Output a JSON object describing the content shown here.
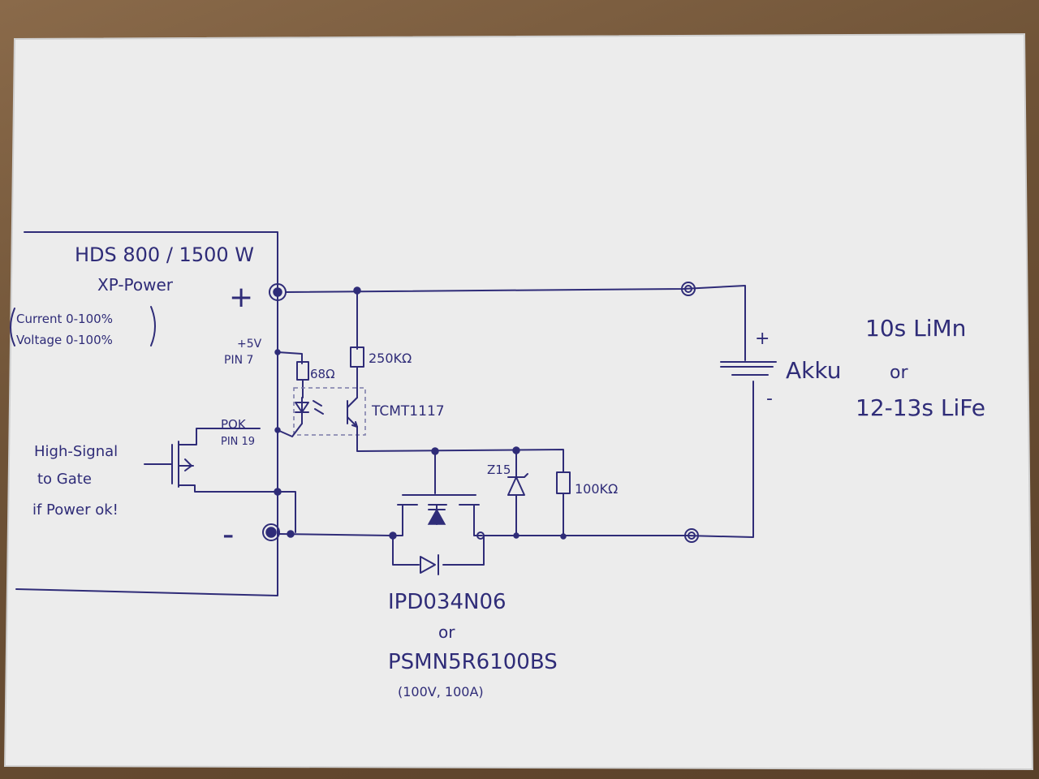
{
  "supply": {
    "title": "HDS 800 / 1500 W",
    "brand": "XP-Power",
    "note_line1": "Current 0-100%",
    "note_line2": "Voltage 0-100%",
    "plus": "+",
    "minus": "-",
    "pin7_top": "+5V",
    "pin7_bottom": "PIN 7",
    "pok_top": "POK",
    "pok_bottom": "PIN 19"
  },
  "gate_note": {
    "line1": "High-Signal",
    "line2": "to Gate",
    "line3": "if Power ok!"
  },
  "components": {
    "r1": "68Ω",
    "r2": "250KΩ",
    "optocoupler": "TCMT1117",
    "zener": "Z15",
    "r3": "100KΩ"
  },
  "mosfet": {
    "part1": "IPD034N06",
    "or": "or",
    "part2": "PSMN5R6100BS",
    "rating": "(100V, 100A)"
  },
  "battery": {
    "plus": "+",
    "label": "Akku",
    "minus": "-",
    "option1": "10s LiMn",
    "or": "or",
    "option2": "12-13s LiFe"
  },
  "colors": {
    "ink": "#2f2c78",
    "paper": "#efefef",
    "table": "#6e5236"
  }
}
